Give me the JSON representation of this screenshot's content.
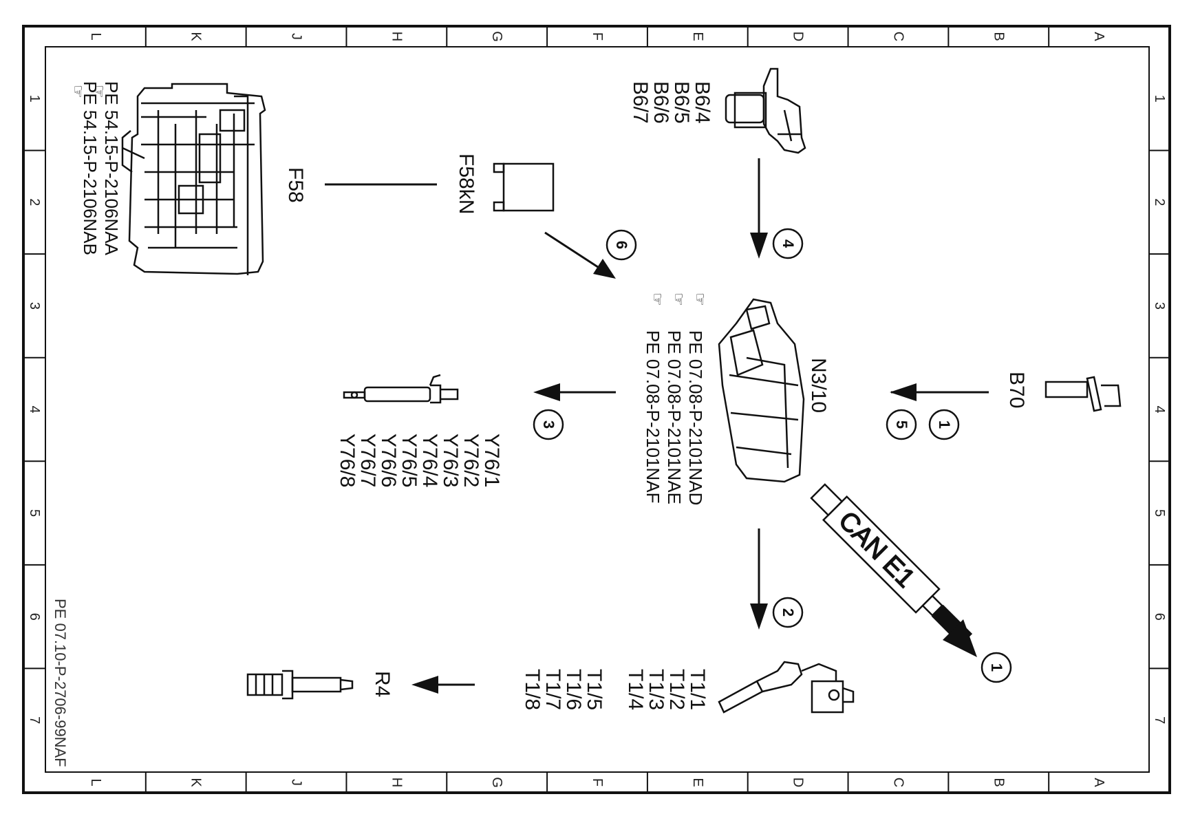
{
  "grid": {
    "columns": [
      "L",
      "K",
      "J",
      "H",
      "G",
      "F",
      "E",
      "D",
      "C",
      "B",
      "A"
    ],
    "rows": [
      "1",
      "2",
      "3",
      "4",
      "5",
      "6",
      "7"
    ]
  },
  "labels": {
    "f58": "F58",
    "f58kn": "F58kN",
    "n3_10": "N3/10",
    "b70": "B70",
    "r4": "R4",
    "can_e1": "CAN E1",
    "b6": [
      "B6/4",
      "B6/5",
      "B6/6",
      "B6/7"
    ],
    "y76": [
      "Y76/1",
      "Y76/2",
      "Y76/3",
      "Y76/4",
      "Y76/5",
      "Y76/6",
      "Y76/7",
      "Y76/8"
    ],
    "t1": [
      "T1/1",
      "T1/2",
      "T1/3",
      "T1/4",
      "T1/5",
      "T1/6",
      "T1/7",
      "T1/8"
    ]
  },
  "refs": {
    "f58_refs": [
      "PE  54.15-P-2106NAA",
      "PE  54.15-P-2106NAB"
    ],
    "n3_refs": [
      "PE  07.08-P-2101NAD",
      "PE  07.08-P-2101NAE",
      "PE  07.08-P-2101NAF"
    ]
  },
  "step_numbers": {
    "s1a": "1",
    "s5": "5",
    "s1b": "1",
    "s2": "2",
    "s3": "3",
    "s4": "4",
    "s6": "6"
  },
  "footer_ref": "PE 07.10-P-2706-99NAF"
}
